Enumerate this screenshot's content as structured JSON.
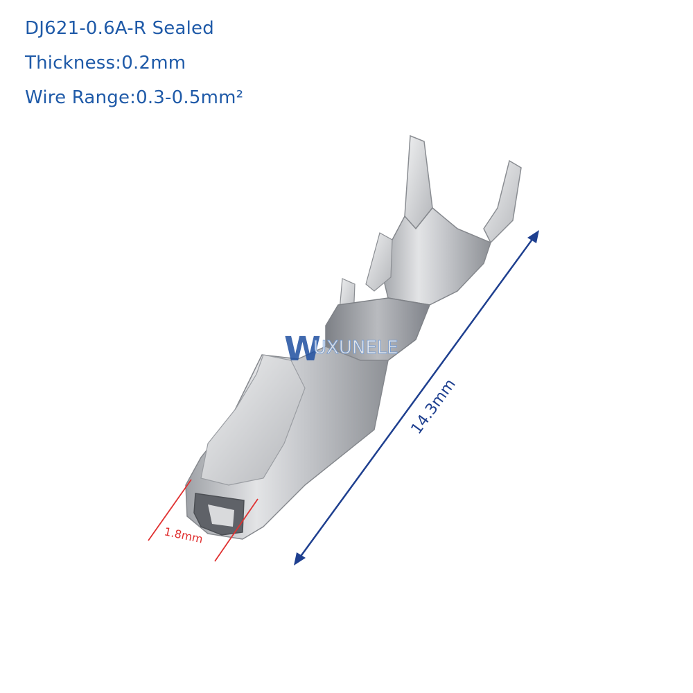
{
  "header": {
    "model": "DJ621-0.6A-R Sealed",
    "thickness": "Thickness:0.2mm",
    "wire_range": "Wire Range:0.3-0.5mm²"
  },
  "watermark": {
    "letter": "W",
    "rest": "UXUNELE"
  },
  "dimensions": {
    "length": "14.3mm",
    "width": "1.8mm"
  },
  "colors": {
    "text_blue": "#1f5aa8",
    "length_arrow": "#1e3f8f",
    "width_line": "#e03030",
    "metal": "#c7c9cc"
  }
}
